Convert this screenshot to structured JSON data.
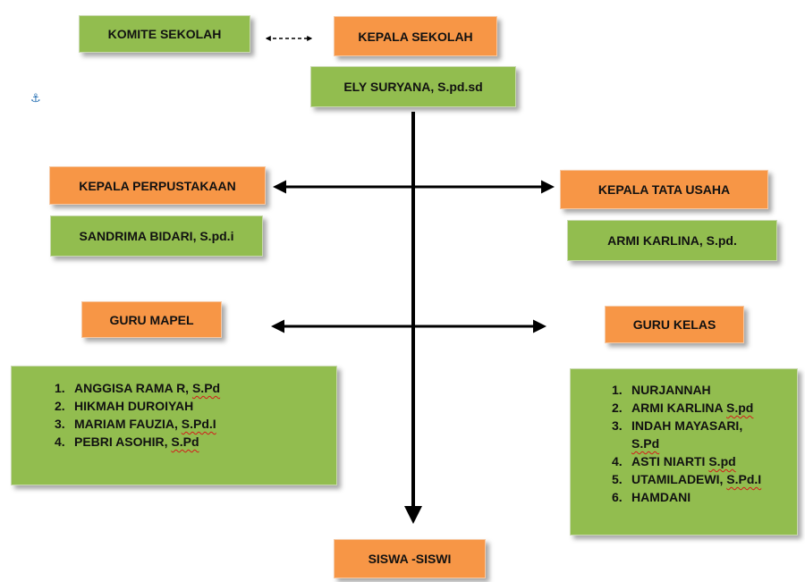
{
  "komite": "KOMITE SEKOLAH",
  "kepala_sekolah": {
    "title": "KEPALA SEKOLAH",
    "name": "ELY SURYANA, S.pd.sd"
  },
  "perpustakaan": {
    "title": "KEPALA PERPUSTAKAAN",
    "name": "SANDRIMA BIDARI, S.pd.i"
  },
  "tata_usaha": {
    "title": "KEPALA TATA USAHA",
    "name": "ARMI KARLINA, S.pd."
  },
  "guru_mapel": {
    "title": "GURU MAPEL",
    "items": [
      {
        "num": "1.",
        "text": "ANGGISA RAMA R, ",
        "suffix": "S.Pd"
      },
      {
        "num": "2.",
        "text": "HIKMAH DUROIYAH",
        "suffix": ""
      },
      {
        "num": "3.",
        "text": "MARIAM FAUZIA, ",
        "suffix": "S.Pd.I"
      },
      {
        "num": "4.",
        "text": "PEBRI ASOHIR, ",
        "suffix": "S.Pd"
      }
    ]
  },
  "guru_kelas": {
    "title": "GURU KELAS",
    "items": [
      {
        "num": "1.",
        "text": "NURJANNAH",
        "suffix": ""
      },
      {
        "num": "2.",
        "text": "ARMI KARLINA ",
        "suffix": "S.pd"
      },
      {
        "num": "3.",
        "text": "INDAH MAYASARI,",
        "line2": "S.Pd"
      },
      {
        "num": "4.",
        "text": "ASTI NIARTI ",
        "suffix": "S.pd"
      },
      {
        "num": "5.",
        "text": "UTAMILADEWI, ",
        "suffix": "S.Pd.I"
      },
      {
        "num": "6.",
        "text": "HAMDANI",
        "suffix": ""
      }
    ]
  },
  "siswa": "SISWA -SISWI",
  "icons": {
    "anchor": "anchor-icon"
  },
  "colors": {
    "green": "#92bd4f",
    "orange": "#f79646"
  }
}
